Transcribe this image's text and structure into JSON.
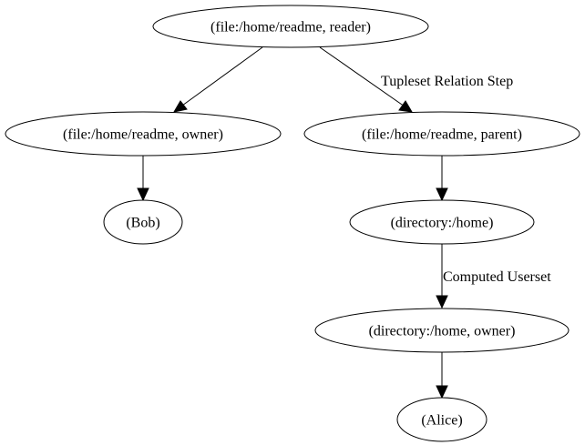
{
  "nodes": {
    "file_reader": "(file:/home/readme, reader)",
    "file_owner": "(file:/home/readme, owner)",
    "file_parent": "(file:/home/readme, parent)",
    "bob": "(Bob)",
    "directory_home": "(directory:/home)",
    "directory_owner": "(directory:/home, owner)",
    "alice": "(Alice)"
  },
  "edges": [
    {
      "from": "file_reader",
      "to": "file_owner",
      "label": ""
    },
    {
      "from": "file_reader",
      "to": "file_parent",
      "label": "Tupleset Relation Step"
    },
    {
      "from": "file_owner",
      "to": "bob",
      "label": ""
    },
    {
      "from": "file_parent",
      "to": "directory_home",
      "label": ""
    },
    {
      "from": "directory_home",
      "to": "directory_owner",
      "label": "Computed Userset"
    },
    {
      "from": "directory_owner",
      "to": "alice",
      "label": ""
    }
  ]
}
